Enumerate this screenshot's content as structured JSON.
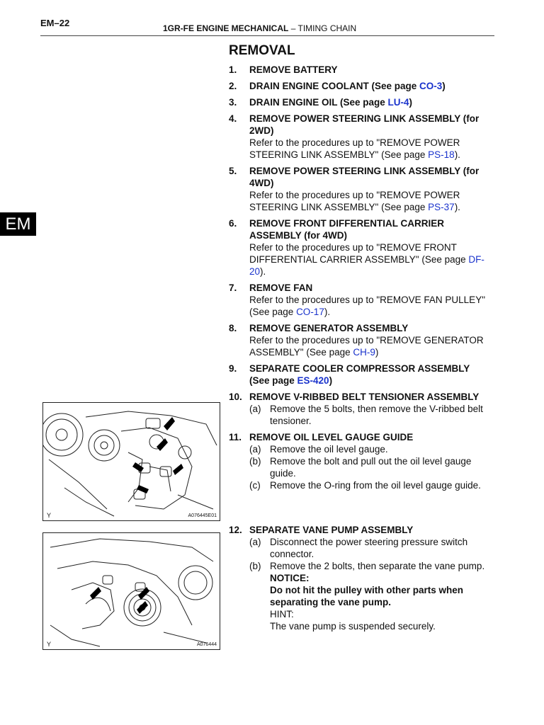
{
  "header": {
    "page_number": "EM–22",
    "manual": "1GR-FE ENGINE MECHANICAL",
    "separator": "–",
    "chapter": "TIMING CHAIN"
  },
  "side_tab": "EM",
  "section_title": "REMOVAL",
  "steps": [
    {
      "num": "1.",
      "title": "REMOVE BATTERY"
    },
    {
      "num": "2.",
      "title_pre": "DRAIN ENGINE COOLANT (See page ",
      "ref": "CO-3",
      "title_post": ")"
    },
    {
      "num": "3.",
      "title_pre": "DRAIN ENGINE OIL (See page ",
      "ref": "LU-4",
      "title_post": ")"
    },
    {
      "num": "4.",
      "title": "REMOVE POWER STEERING LINK ASSEMBLY (for 2WD)",
      "text_pre": "Refer to the procedures up to \"REMOVE POWER STEERING LINK ASSEMBLY\" (See page ",
      "ref": "PS-18",
      "text_post": ")."
    },
    {
      "num": "5.",
      "title": "REMOVE POWER STEERING LINK ASSEMBLY (for 4WD)",
      "text_pre": "Refer to the procedures up to \"REMOVE POWER STEERING LINK ASSEMBLY\" (See page ",
      "ref": "PS-37",
      "text_post": ")."
    },
    {
      "num": "6.",
      "title": "REMOVE FRONT DIFFERENTIAL CARRIER ASSEMBLY (for 4WD)",
      "text_pre": "Refer to the procedures up to \"REMOVE FRONT DIFFERENTIAL CARRIER ASSEMBLY\" (See page ",
      "ref": "DF-20",
      "text_post": ")."
    },
    {
      "num": "7.",
      "title": "REMOVE FAN",
      "text_pre": "Refer to the procedures up to \"REMOVE FAN PULLEY\" (See page ",
      "ref": "CO-17",
      "text_post": ")."
    },
    {
      "num": "8.",
      "title": "REMOVE GENERATOR ASSEMBLY",
      "text_pre": "Refer to the procedures up to \"REMOVE GENERATOR ASSEMBLY\" (See page ",
      "ref": "CH-9",
      "text_post": ")"
    },
    {
      "num": "9.",
      "title": "SEPARATE COOLER COMPRESSOR ASSEMBLY",
      "title2_pre": "(See page ",
      "ref": "ES-420",
      "title2_post": ")"
    },
    {
      "num": "10.",
      "title": "REMOVE V-RIBBED BELT TENSIONER ASSEMBLY",
      "subs": [
        {
          "letter": "(a)",
          "text": "Remove the 5 bolts, then remove the V-ribbed belt tensioner."
        }
      ]
    },
    {
      "num": "11.",
      "title": "REMOVE OIL LEVEL GAUGE GUIDE",
      "subs": [
        {
          "letter": "(a)",
          "text": "Remove the oil level gauge."
        },
        {
          "letter": "(b)",
          "text": "Remove the bolt and pull out the oil level gauge guide."
        },
        {
          "letter": "(c)",
          "text": "Remove the O-ring from the oil level gauge guide."
        }
      ]
    },
    {
      "num": "12.",
      "title": "SEPARATE VANE PUMP ASSEMBLY",
      "subs": [
        {
          "letter": "(a)",
          "text": "Disconnect the power steering pressure switch connector."
        },
        {
          "letter": "(b)",
          "text": "Remove the 2 bolts, then separate the vane pump.",
          "notice_label": "NOTICE:",
          "notice_text": "Do not hit the pulley with other parts when separating the vane pump.",
          "hint_label": "HINT:",
          "hint_text": "The vane pump is suspended securely."
        }
      ]
    }
  ],
  "figures": [
    {
      "letter": "Y",
      "id": "A076445E01"
    },
    {
      "letter": "Y",
      "id": "A076444"
    }
  ]
}
